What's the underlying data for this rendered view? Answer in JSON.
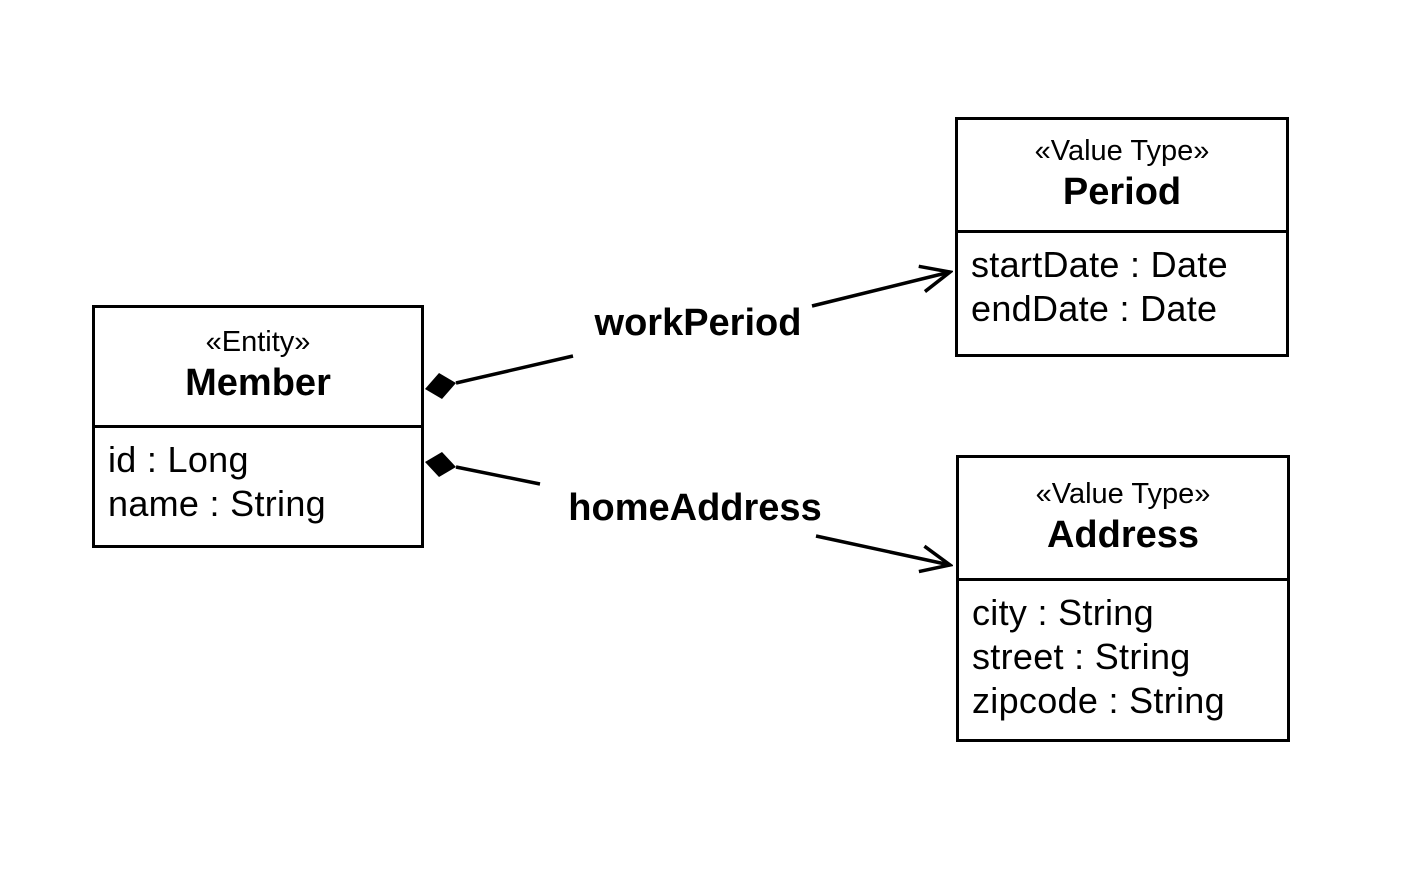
{
  "diagram": {
    "title": "Member entity with value type composition UML diagram",
    "background_color": "#ffffff",
    "stroke_color": "#000000",
    "classes": [
      {
        "id": "member",
        "stereotype": "«Entity»",
        "name": "Member",
        "attributes": [
          "id : Long",
          "name : String"
        ]
      },
      {
        "id": "period",
        "stereotype": "«Value Type»",
        "name": "Period",
        "attributes": [
          "startDate : Date",
          "endDate : Date"
        ]
      },
      {
        "id": "address",
        "stereotype": "«Value Type»",
        "name": "Address",
        "attributes": [
          "city : String",
          "street : String",
          "zipcode : String"
        ]
      }
    ],
    "relationships": [
      {
        "label": "workPeriod",
        "from": "Member",
        "to": "Period",
        "type": "composition",
        "source_marker": "filled-diamond",
        "target_marker": "open-arrow"
      },
      {
        "label": "homeAddress",
        "from": "Member",
        "to": "Address",
        "type": "composition",
        "source_marker": "filled-diamond",
        "target_marker": "open-arrow"
      }
    ]
  }
}
